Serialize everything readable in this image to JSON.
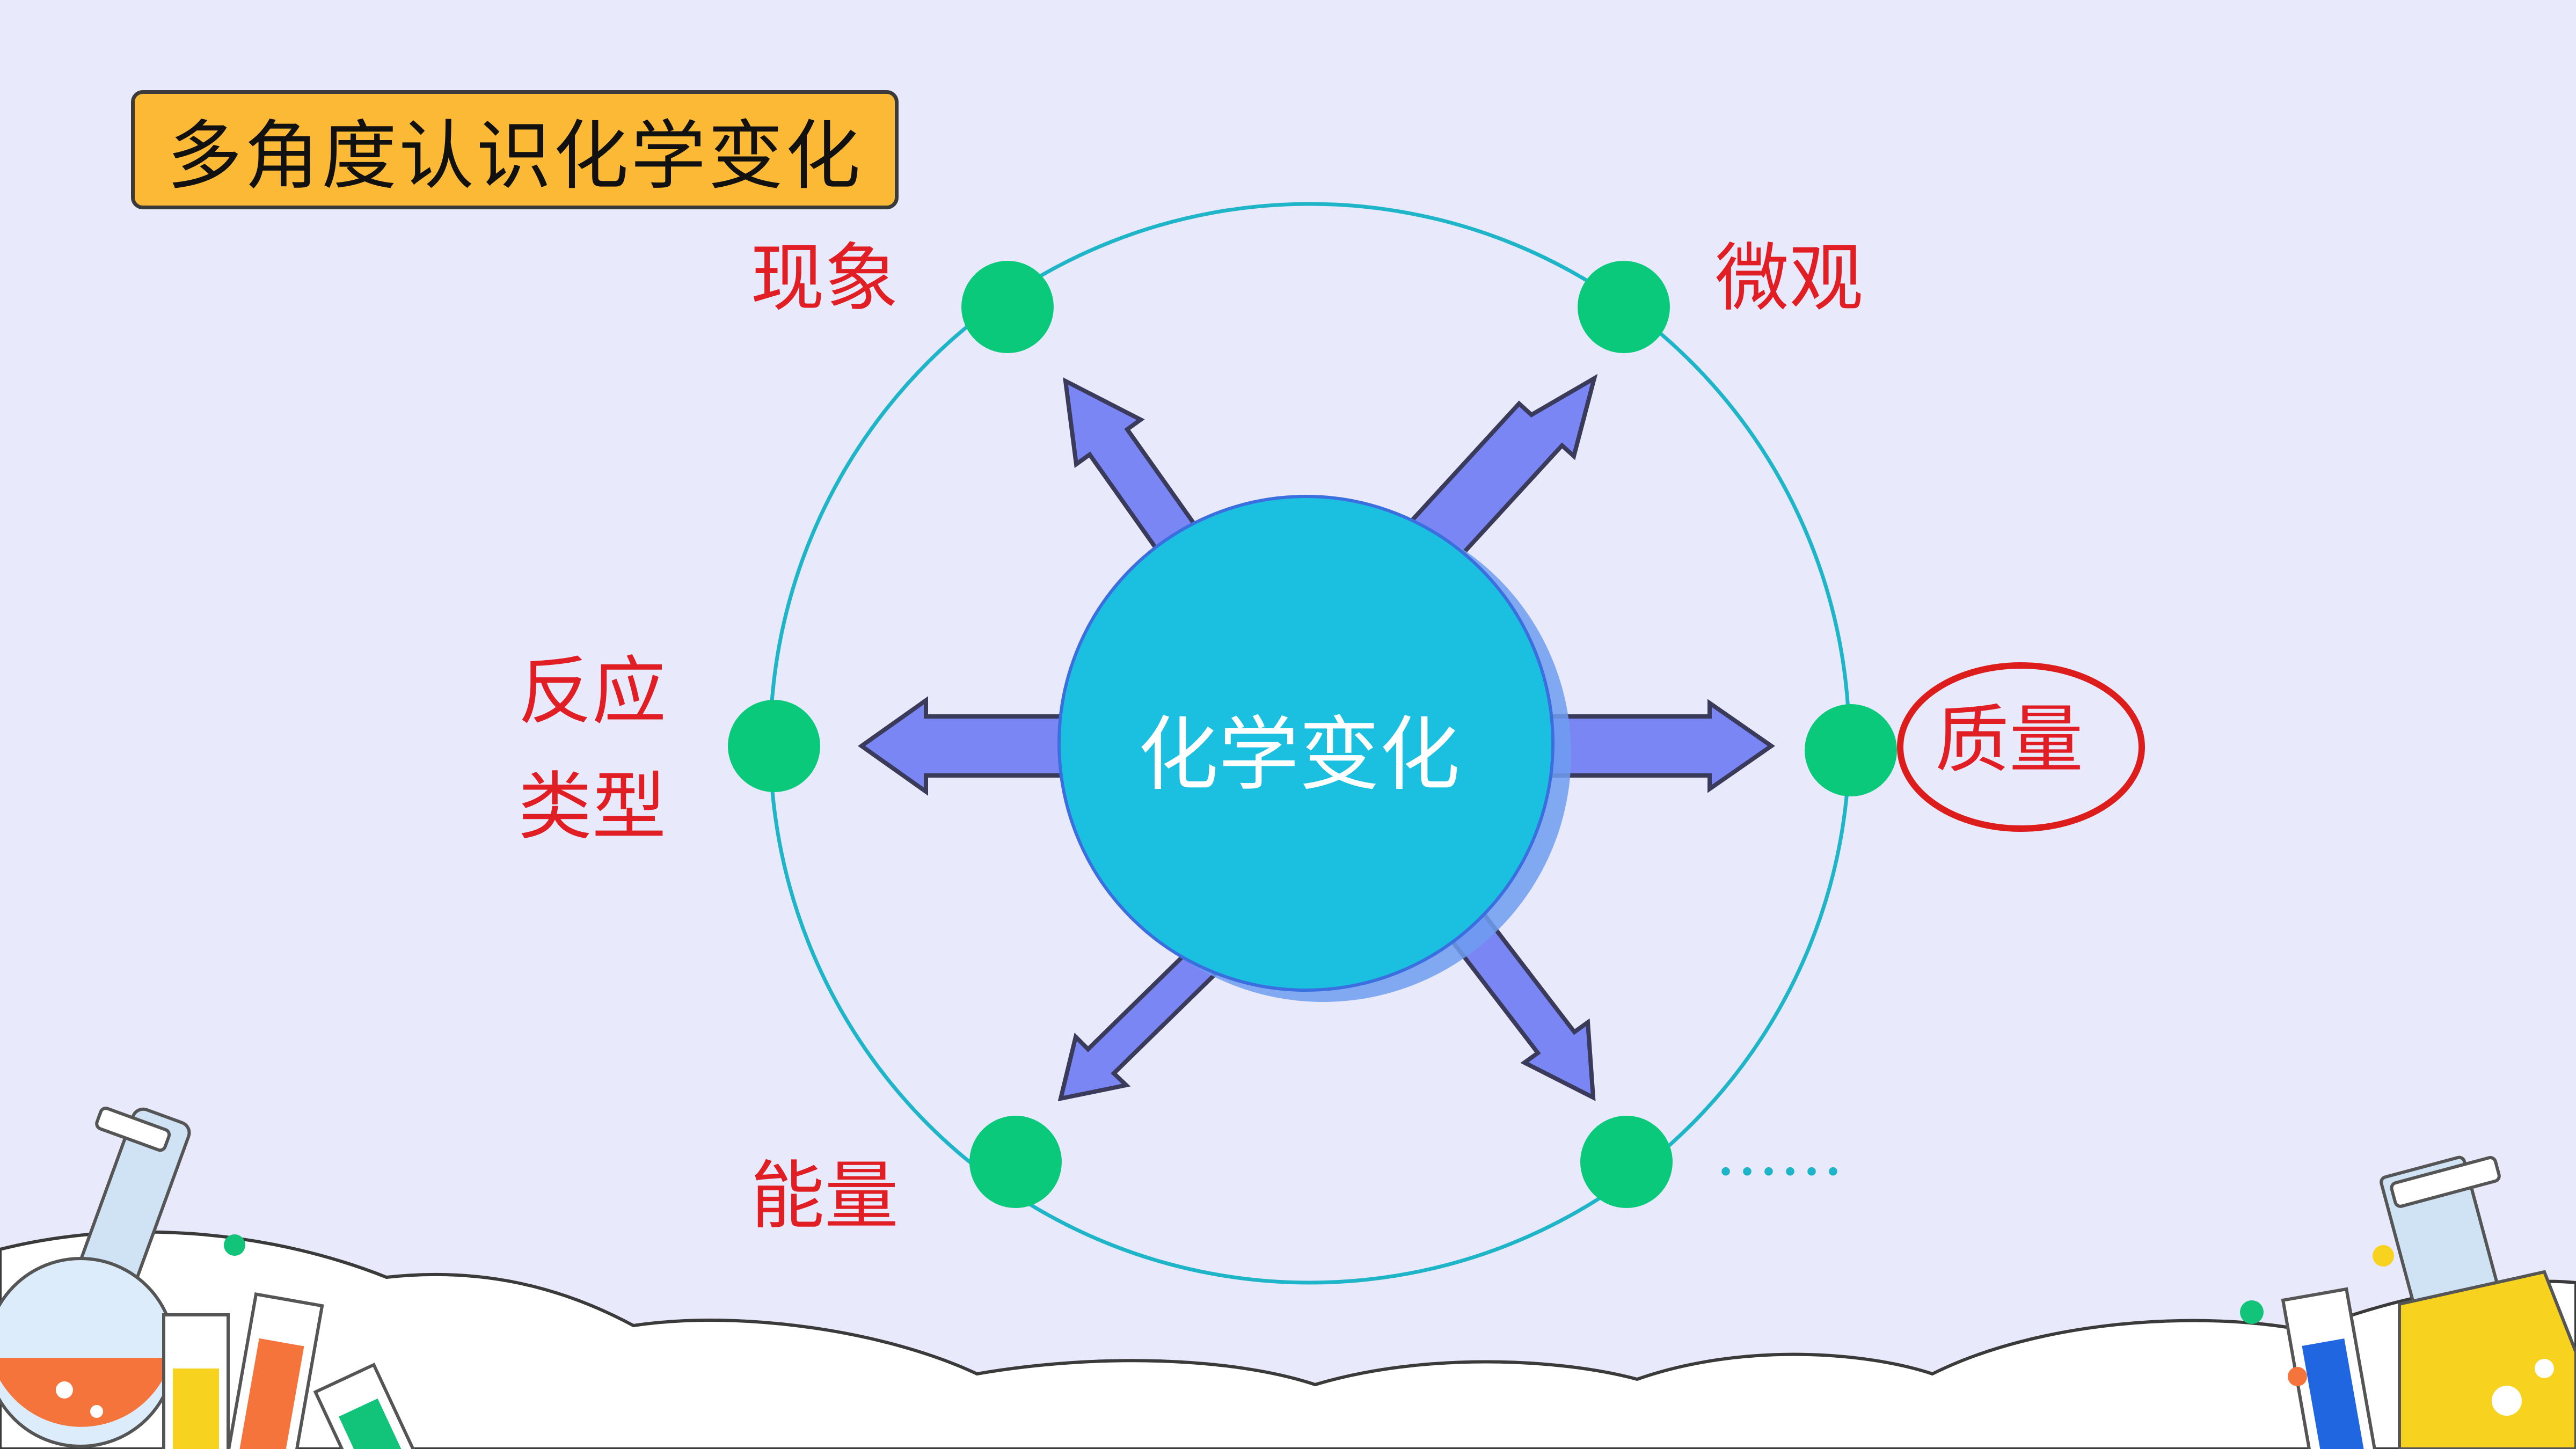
{
  "title": "多角度认识化学变化",
  "center": "化学变化",
  "labels": {
    "phenomenon": "现象",
    "micro": "微观",
    "reaction_type_line1": "反应",
    "reaction_type_line2": "类型",
    "mass": "质量",
    "energy": "能量",
    "ellipsis": "……"
  },
  "colors": {
    "background": "#e8e9fa",
    "title_fill": "#fbb935",
    "label_text": "#e01e24",
    "node": "#0bc97a",
    "orbit": "#1fb5c9",
    "center_fill": "#1bbfe0",
    "arrow_fill": "#7b86f5",
    "highlight_ring": "#dd1c1c"
  },
  "highlighted": "质量"
}
